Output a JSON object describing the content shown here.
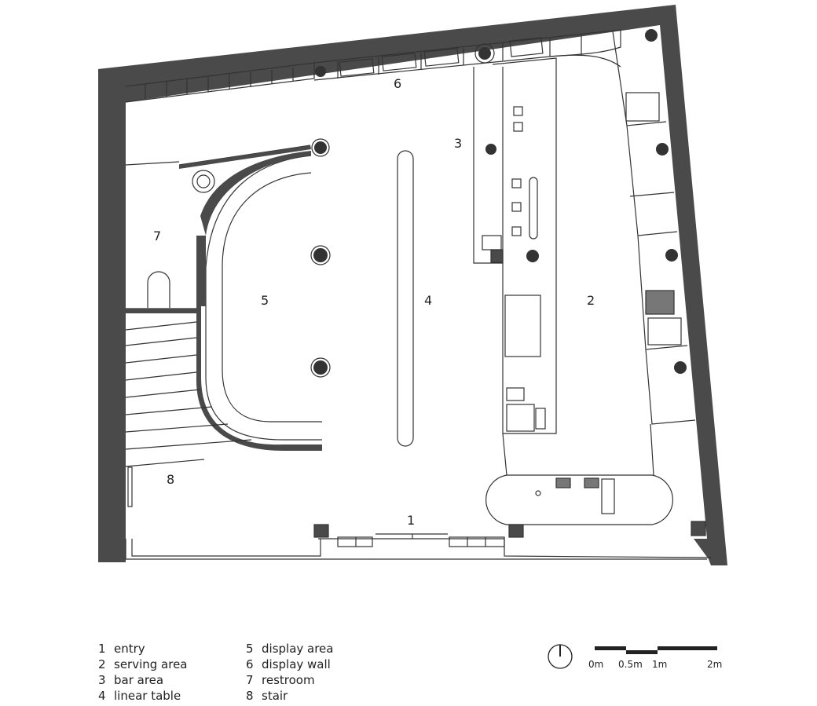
{
  "plan": {
    "room_labels": [
      {
        "num": "1"
      },
      {
        "num": "2"
      },
      {
        "num": "3"
      },
      {
        "num": "4"
      },
      {
        "num": "5"
      },
      {
        "num": "6"
      },
      {
        "num": "7"
      },
      {
        "num": "8"
      }
    ]
  },
  "legend": [
    {
      "num": "1",
      "label": "entry"
    },
    {
      "num": "2",
      "label": "serving area"
    },
    {
      "num": "3",
      "label": "bar area"
    },
    {
      "num": "4",
      "label": "linear table"
    },
    {
      "num": "5",
      "label": "display area"
    },
    {
      "num": "6",
      "label": "display wall"
    },
    {
      "num": "7",
      "label": "restroom"
    },
    {
      "num": "8",
      "label": "stair"
    }
  ],
  "scale": {
    "ticks": [
      "0m",
      "0.5m",
      "1m",
      "2m"
    ]
  },
  "colors": {
    "wall": "#4a4a4a",
    "line": "#333333"
  }
}
